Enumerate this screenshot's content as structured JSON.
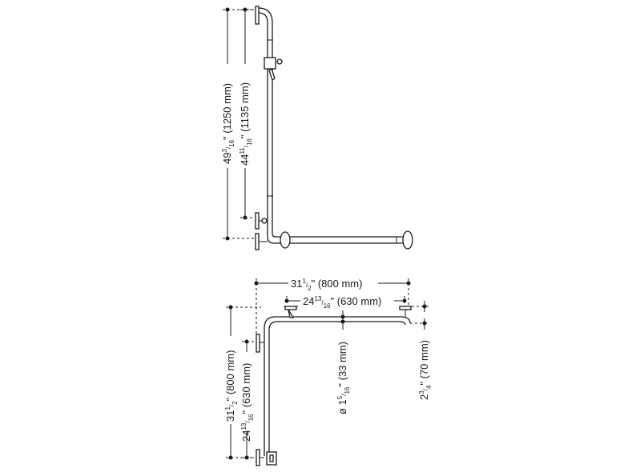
{
  "colors": {
    "ink": "#1a1a1a",
    "background": "#ffffff"
  },
  "front_view": {
    "dim_overall": {
      "whole": "49",
      "num": "3",
      "den": "16",
      "tail": "\" (1250 mm)"
    },
    "dim_inner": {
      "whole": "44",
      "num": "11",
      "den": "16",
      "tail": "\" (1135 mm)"
    }
  },
  "top_view": {
    "dim_width_overall": {
      "whole": "31",
      "num": "1",
      "den": "2",
      "tail": "\" (800 mm)"
    },
    "dim_width_inner": {
      "whole": "24",
      "num": "13",
      "den": "16",
      "tail": "\" (630 mm)"
    },
    "dim_depth_overall": {
      "whole": "31",
      "num": "1",
      "den": "2",
      "tail": "\" (800 mm)"
    },
    "dim_depth_inner": {
      "whole": "24",
      "num": "13",
      "den": "16",
      "tail": "\" (630 mm)"
    },
    "dim_diameter": {
      "prefix": "ø ",
      "whole": "1",
      "num": "5",
      "den": "16",
      "tail": "\" (33 mm)"
    },
    "dim_projection": {
      "whole": "2",
      "num": "3",
      "den": "4",
      "tail": "\" (70 mm)"
    }
  }
}
